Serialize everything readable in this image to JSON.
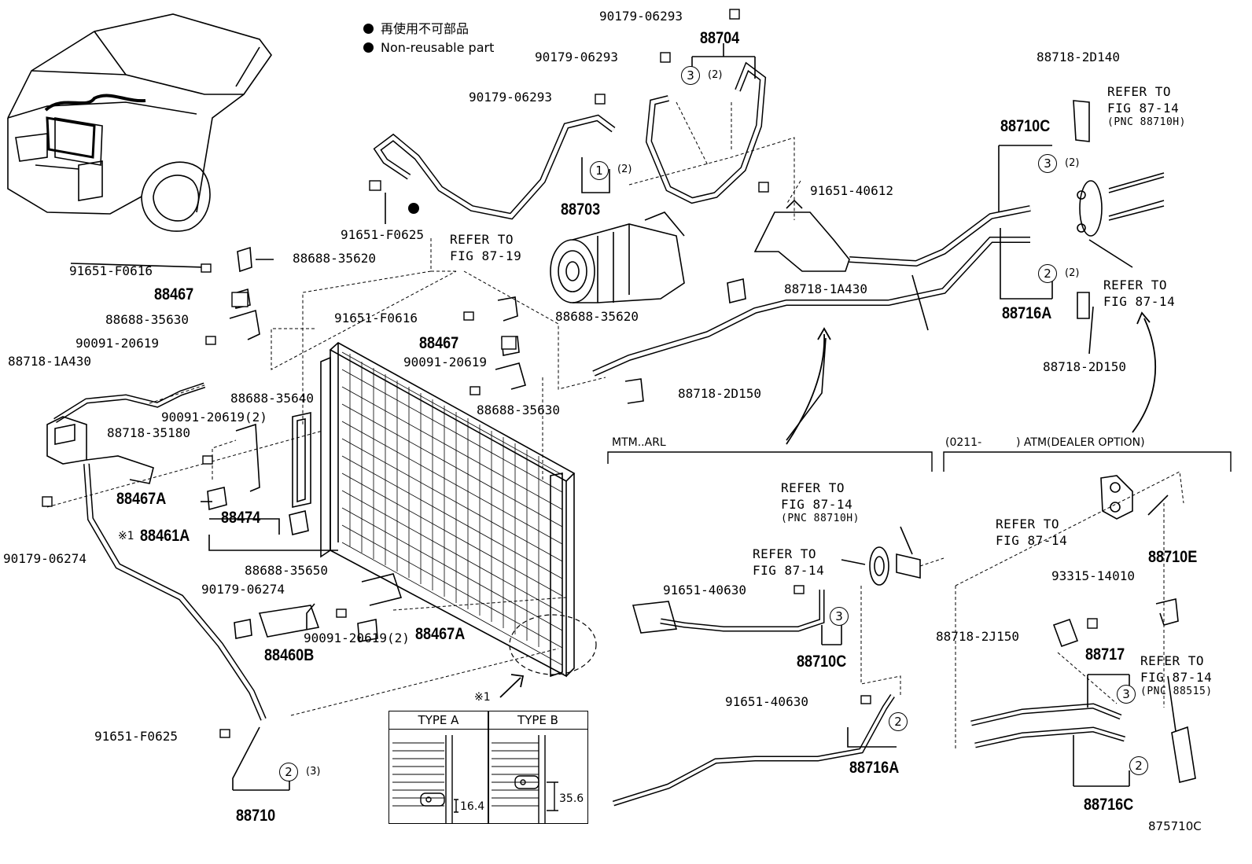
{
  "legend": {
    "line_jp": "再使用不可部品",
    "line_en": "Non-reusable part"
  },
  "parts": {
    "p_90179_06293_a": "90179-06293",
    "p_90179_06293_b": "90179-06293",
    "p_90179_06293_c": "90179-06293",
    "p_88704": "88704",
    "p_88703": "88703",
    "p_91651_F0625_top": "91651-F0625",
    "p_91651_F0616_left": "91651-F0616",
    "p_88688_35620_left": "88688-35620",
    "p_88467_left": "88467",
    "p_88688_35630_left": "88688-35630",
    "p_90091_20619_left": "90091-20619",
    "p_88718_1A430_left": "88718-1A430",
    "p_88688_35640": "88688-35640",
    "p_90091_20619_2_left": "90091-20619(2)",
    "p_88718_35180": "88718-35180",
    "p_88467A_left": "88467A",
    "p_88474": "88474",
    "p_88461A": "88461A",
    "p_90179_06274_left": "90179-06274",
    "p_88688_35650": "88688-35650",
    "p_90179_06274_mid": "90179-06274",
    "p_88467A_mid": "88467A",
    "p_90091_20619_2_mid": "90091-20619(2)",
    "p_88460B": "88460B",
    "p_91651_F0625_low": "91651-F0625",
    "p_88710": "88710",
    "p_91651_F0616_mid": "91651-F0616",
    "p_88688_35620_mid": "88688-35620",
    "p_88467_mid": "88467",
    "p_90091_20619_mid": "90091-20619",
    "p_88688_35630_mid": "88688-35630",
    "p_91651_40612": "91651-40612",
    "p_88718_1A430_mid": "88718-1A430",
    "p_88718_2D150_mid": "88718-2D150",
    "p_88718_2D140": "88718-2D140",
    "p_88710C_top": "88710C",
    "p_88716A_top": "88716A",
    "p_88718_2D150_right": "88718-2D150",
    "p_91651_40630_a": "91651-40630",
    "p_88710C_mtm": "88710C",
    "p_91651_40630_b": "91651-40630",
    "p_88716A_mtm": "88716A",
    "p_88710E": "88710E",
    "p_93315_14010": "93315-14010",
    "p_88718_2J150": "88718-2J150",
    "p_88717": "88717",
    "p_88716C": "88716C",
    "code": "875710C"
  },
  "refs": {
    "r_87_19": [
      "REFER TO",
      "FIG 87-19"
    ],
    "r_87_14_tr": [
      "REFER TO",
      "FIG 87-14",
      "(PNC 88710H)"
    ],
    "r_87_14_mr": [
      "REFER TO",
      "FIG 87-14"
    ],
    "r_87_14_mtm_a": [
      "REFER TO",
      "FIG 87-14",
      "(PNC 88710H)"
    ],
    "r_87_14_mtm_b": [
      "REFER TO",
      "FIG 87-14"
    ],
    "r_87_14_atm_a": [
      "REFER TO",
      "FIG 87-14"
    ],
    "r_87_14_atm_b": [
      "REFER TO",
      "FIG 87-14",
      "(PNC 88515)"
    ]
  },
  "quantities": {
    "q1": "(2)",
    "q3a": "(2)",
    "q3b": "(2)",
    "q2a": "(2)",
    "q2b": "(3)"
  },
  "circled": {
    "one": "1",
    "two": "2",
    "three": "3"
  },
  "sections": {
    "mtm": "MTM..ARL",
    "atm_from": "(0211-",
    "atm_rest": ") ATM(DEALER OPTION)"
  },
  "marks": {
    "note_mark": "※1",
    "note_mark_2": "※1"
  },
  "detail": {
    "type_a": "TYPE A",
    "type_b": "TYPE B",
    "dim_a": "16.4",
    "dim_b": "35.6"
  }
}
